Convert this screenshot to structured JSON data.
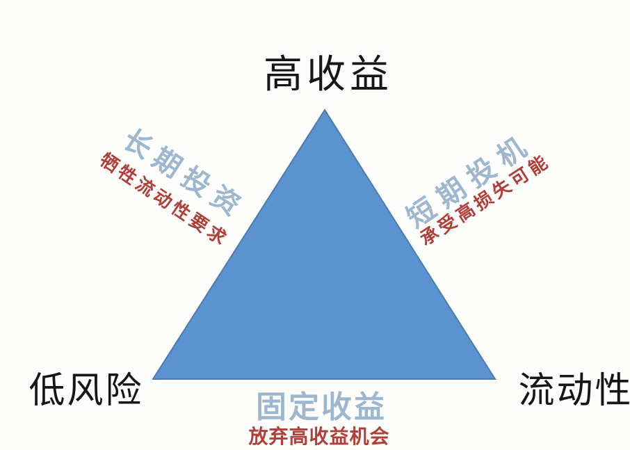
{
  "diagram": {
    "corners": {
      "top": "高收益",
      "bottom_left": "低风险",
      "bottom_right": "流动性"
    },
    "edges": {
      "left": {
        "strategy": "长期投资",
        "tradeoff": "牺牲流动性要求"
      },
      "right": {
        "strategy": "短期投机",
        "tradeoff": "承受高损失可能"
      },
      "bottom": {
        "strategy": "固定收益",
        "tradeoff": "放弃高收益机会"
      }
    },
    "colors": {
      "background": "#fdfdfc",
      "triangle_fill": "#5b93d0",
      "triangle_stroke": "#4d7bae",
      "corner_text": "#161616",
      "strategy_text": "#9db8ce",
      "tradeoff_text": "#af3f38"
    }
  }
}
